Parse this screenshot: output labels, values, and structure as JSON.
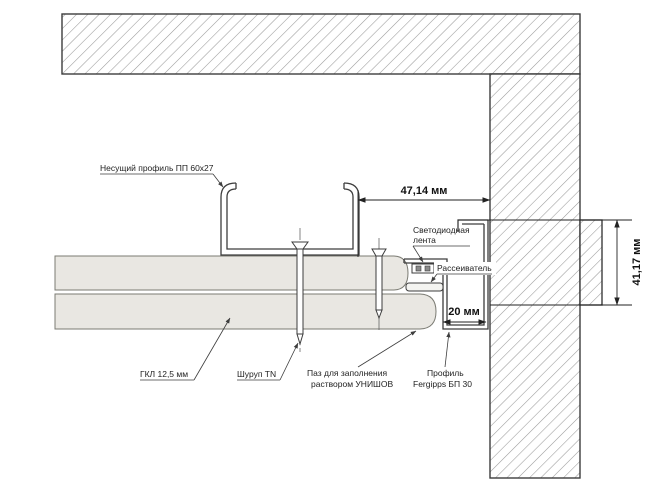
{
  "callouts": {
    "bearing_profile": "Несущий профиль ПП 60х27",
    "led_strip_line1": "Светодиодная",
    "led_strip_line2": "лента",
    "diffuser": "Рассеиватель",
    "gypsum_board": "ГКЛ 12,5 мм",
    "screw": "Шуруп TN",
    "mortar_groove_line1": "Паз для заполнения",
    "mortar_groove_line2": "раствором УНИШОВ",
    "perimeter_profile_line1": "Профиль",
    "perimeter_profile_line2": "Fergipps БП 30"
  },
  "dimensions": {
    "niche_width": "47,14 мм",
    "ledge_height": "41,17 мм",
    "gap_width": "20 мм"
  },
  "colors": {
    "line": "#3d3d3d",
    "hatch": "#9a9a9a",
    "board_fill": "#e9e7e2",
    "dimension_text": "#111111"
  }
}
